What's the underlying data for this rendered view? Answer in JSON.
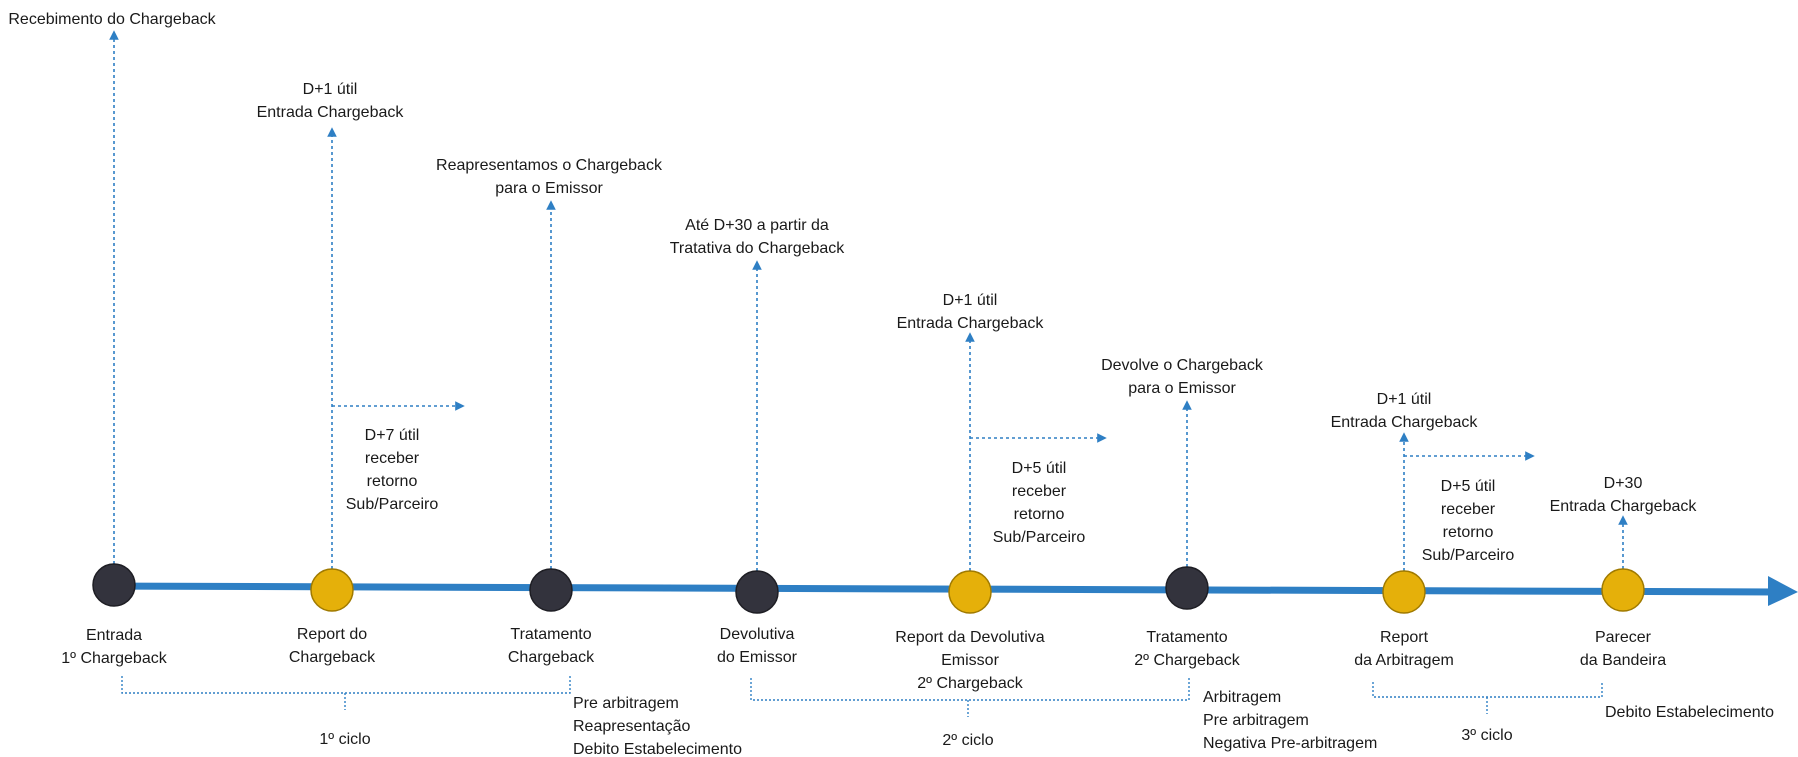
{
  "colors": {
    "axis": "#2e7fc4",
    "dash": "#2e7fc4",
    "dark_node": "#33333d",
    "gold_node": "#e5b00a",
    "gold_stroke": "#a07a00",
    "dark_stroke": "#1e1e24",
    "text": "#1a1a1a"
  },
  "timeline": {
    "nodes": [
      {
        "id": "entrada",
        "tone": "dark",
        "label": [
          "Entrada",
          "1º Chargeback"
        ],
        "note": [
          "Recebimento do Chargeback"
        ]
      },
      {
        "id": "report-chargeback",
        "tone": "gold",
        "label": [
          "Report do",
          "Chargeback"
        ],
        "note": [
          "D+1 útil",
          "Entrada Chargeback"
        ],
        "side": [
          "D+7 útil",
          "receber",
          "retorno",
          "Sub/Parceiro"
        ]
      },
      {
        "id": "tratamento-1",
        "tone": "dark",
        "label": [
          "Tratamento",
          "Chargeback"
        ],
        "note": [
          "Reapresentamos o Chargeback",
          "para o Emissor"
        ]
      },
      {
        "id": "devolutiva-emissor",
        "tone": "dark",
        "label": [
          "Devolutiva",
          "do Emissor"
        ],
        "note": [
          "Até D+30 a partir da",
          "Tratativa do Chargeback"
        ]
      },
      {
        "id": "report-devolutiva",
        "tone": "gold",
        "label": [
          "Report da Devolutiva",
          "Emissor",
          "2º Chargeback"
        ],
        "note": [
          "D+1 útil",
          "Entrada Chargeback"
        ],
        "side": [
          "D+5 útil",
          "receber",
          "retorno",
          "Sub/Parceiro"
        ]
      },
      {
        "id": "tratamento-2",
        "tone": "dark",
        "label": [
          "Tratamento",
          "2º Chargeback"
        ],
        "note": [
          "Devolve o Chargeback",
          "para o Emissor"
        ]
      },
      {
        "id": "report-arbitragem",
        "tone": "gold",
        "label": [
          "Report",
          "da Arbitragem"
        ],
        "note": [
          "D+1 útil",
          "Entrada Chargeback"
        ],
        "side": [
          "D+5 útil",
          "receber",
          "retorno",
          "Sub/Parceiro"
        ]
      },
      {
        "id": "parecer-bandeira",
        "tone": "gold",
        "label": [
          "Parecer",
          "da Bandeira"
        ],
        "note": [
          "D+30",
          "Entrada Chargeback"
        ]
      }
    ]
  },
  "cycles": [
    {
      "id": "ciclo-1",
      "label": "1º ciclo",
      "outcomes": [
        "Pre arbitragem",
        "Reapresentação",
        "Debito Estabelecimento"
      ]
    },
    {
      "id": "ciclo-2",
      "label": "2º ciclo",
      "outcomes": [
        "Arbitragem",
        "Pre arbitragem",
        "Negativa Pre-arbitragem"
      ]
    },
    {
      "id": "ciclo-3",
      "label": "3º ciclo",
      "outcomes": [
        "Debito Estabelecimento"
      ]
    }
  ]
}
